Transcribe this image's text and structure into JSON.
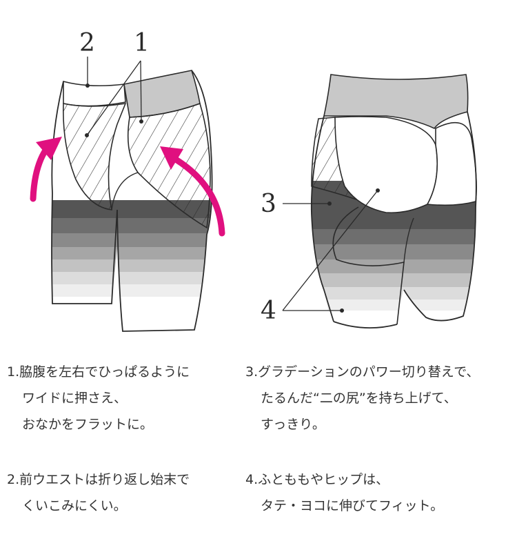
{
  "figure": {
    "front_labels": [
      "2",
      "1"
    ],
    "back_labels": [
      "3",
      "4"
    ],
    "colors": {
      "outline": "#2a2a2a",
      "waistband": "#c8c8c8",
      "arrow": "#e0107f",
      "band1": "#555555",
      "band2": "#6e6e6e",
      "band3": "#8a8a8a",
      "band4": "#a6a6a6",
      "band5": "#c2c2c2",
      "band6": "#dcdcdc",
      "band7": "#eeeeee"
    }
  },
  "notes": [
    {
      "number": "1.",
      "line1": "脇腹を左右でひっぱるように",
      "line2": "ワイドに押さえ、",
      "line3": "おなかをフラットに。"
    },
    {
      "number": "2.",
      "line1": "前ウエストは折り返し始末で",
      "line2": "くいこみにくい。"
    },
    {
      "number": "3.",
      "line1": "グラデーションのパワー切り替えで、",
      "line2": "たるんだ“二の尻”を持ち上げて、",
      "line3": "すっきり。"
    },
    {
      "number": "4.",
      "line1": "ふとももやヒップは、",
      "line2": "タテ・ヨコに伸びてフィット。"
    }
  ]
}
